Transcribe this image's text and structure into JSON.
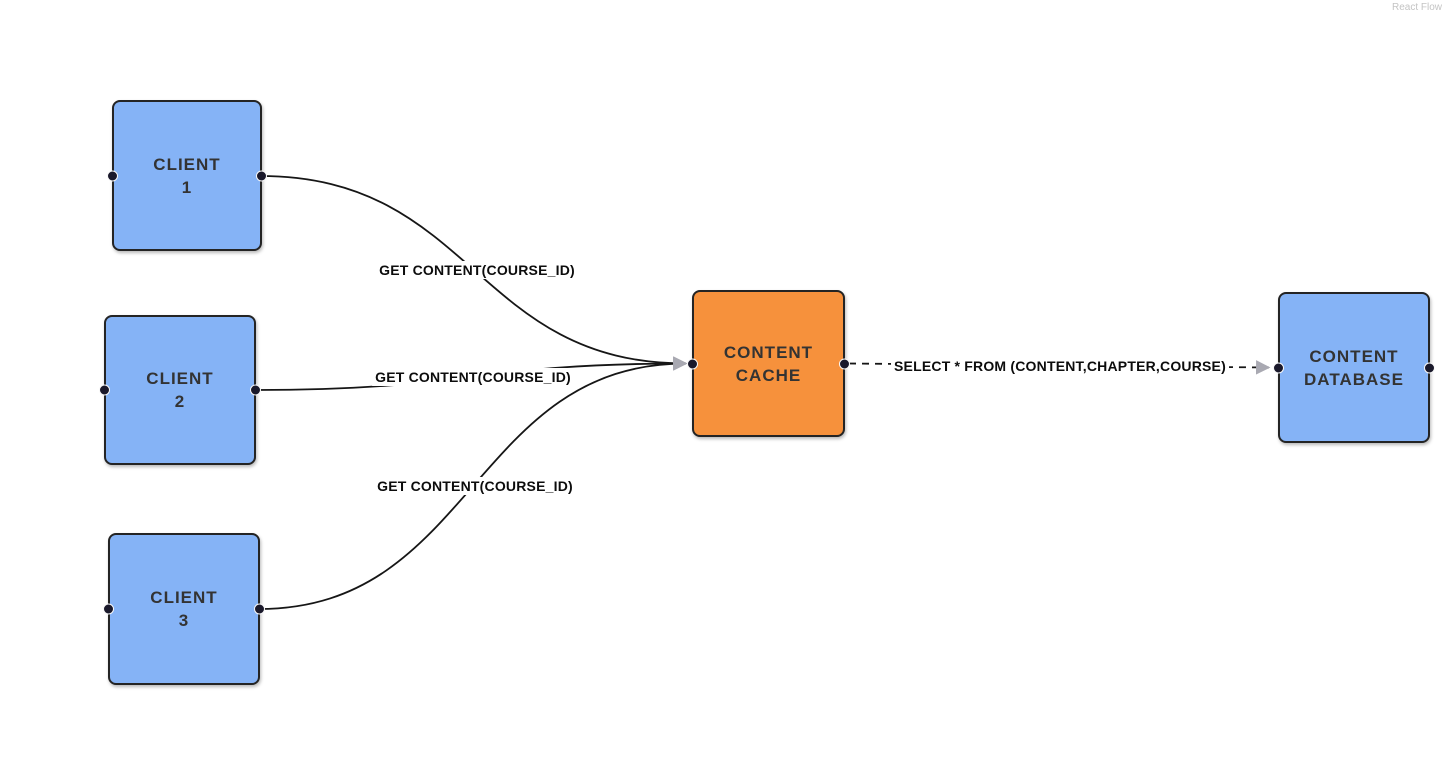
{
  "attribution": "React Flow",
  "colors": {
    "client_fill": "#85b3f6",
    "cache_fill": "#f6913c",
    "node_border": "#242424",
    "node_text": "#333333",
    "edge_stroke": "#161616",
    "arrow_fill": "#a9a9b2",
    "handle_fill": "#1a192b",
    "edge_label_text": "#0c0c0c",
    "canvas_bg": "#ffffff",
    "attribution_text": "#c4c4c4"
  },
  "nodes": {
    "client1": {
      "line1": "CLIENT",
      "line2": "1"
    },
    "client2": {
      "line1": "CLIENT",
      "line2": "2"
    },
    "client3": {
      "line1": "CLIENT",
      "line2": "3"
    },
    "cache": {
      "line1": "CONTENT",
      "line2": "CACHE"
    },
    "database": {
      "line1": "CONTENT",
      "line2": "DATABASE"
    }
  },
  "edges": {
    "client1_cache": {
      "label": "GET CONTENT(COURSE_ID)",
      "style": "solid",
      "from": "client1",
      "to": "cache"
    },
    "client2_cache": {
      "label": "GET CONTENT(COURSE_ID)",
      "style": "solid",
      "from": "client2",
      "to": "cache"
    },
    "client3_cache": {
      "label": "GET CONTENT(COURSE_ID)",
      "style": "solid",
      "from": "client3",
      "to": "cache"
    },
    "cache_database": {
      "label": "SELECT * FROM (CONTENT,CHAPTER,COURSE)",
      "style": "dashed",
      "from": "cache",
      "to": "database"
    }
  }
}
